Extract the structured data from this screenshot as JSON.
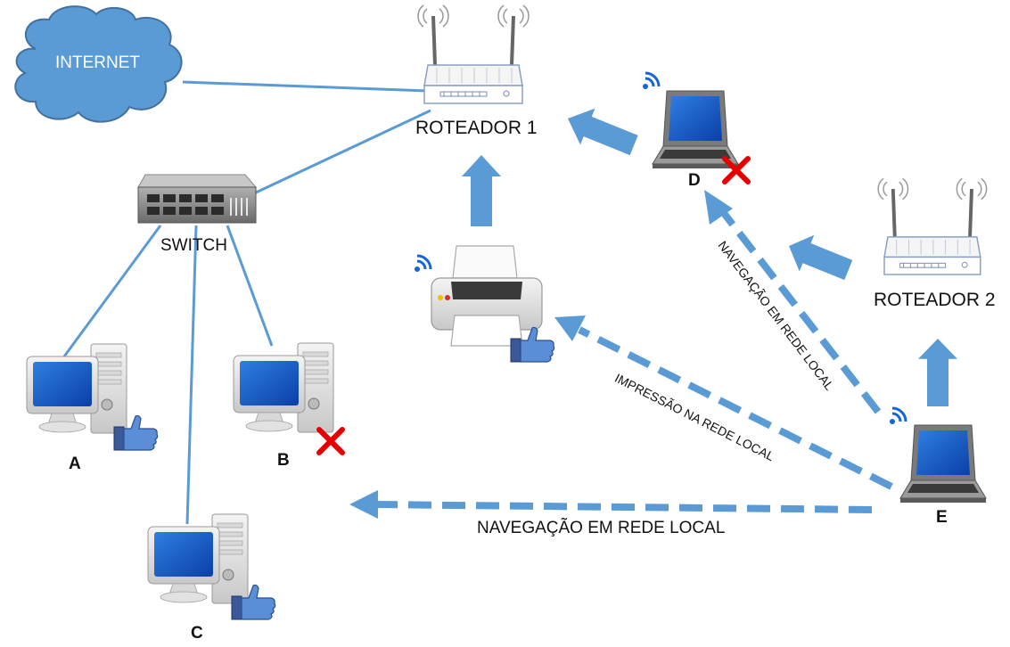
{
  "nodes": {
    "internet": "INTERNET",
    "router1": "ROTEADOR 1",
    "router2": "ROTEADOR 2",
    "switch": "SWITCH",
    "pc_a": "A",
    "pc_b": "B",
    "pc_c": "C",
    "laptop_d": "D",
    "laptop_e": "E"
  },
  "links": {
    "local_nav_bottom": "NAVEGAÇÃO EM REDE LOCAL",
    "local_print": "IMPRESSÃO NA REDE LOCAL",
    "local_nav_diag": "NAVEGAÇÃO EM REDE LOCAL"
  },
  "status": {
    "pc_a": "ok",
    "pc_b": "fail",
    "pc_c": "ok",
    "printer": "ok",
    "laptop_d": "fail"
  },
  "colors": {
    "line": "#5b9bd5",
    "arrow": "#5b9bd5",
    "cloud": "#5b9bd5",
    "fail": "#e60000",
    "like": "#3b5998"
  },
  "icons": [
    "cloud-icon",
    "router-icon",
    "switch-icon",
    "desktop-pc-icon",
    "laptop-icon",
    "printer-icon",
    "wifi-icon",
    "thumbs-up-icon",
    "red-x-icon"
  ]
}
